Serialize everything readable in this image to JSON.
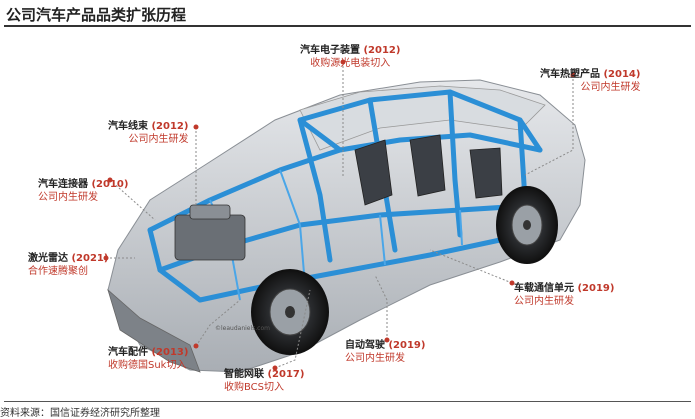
{
  "title": "公司汽车产品品类扩张历程",
  "source": "资料来源：国信证券经济研究所整理",
  "watermark": "©leaudaniels.com",
  "colors": {
    "accent": "#c0392b",
    "frame": "#2b8fd6",
    "body": "#c9cdd2"
  },
  "labels": {
    "electronic_device": {
      "name": "汽车电子装置",
      "year": "(2012)",
      "note": "收购源光电装切入"
    },
    "thermoplastic": {
      "name": "汽车热塑产品",
      "year": "(2014)",
      "note": "公司内生研发"
    },
    "harness": {
      "name": "汽车线束",
      "year": "(2012)",
      "note": "公司内生研发"
    },
    "connector": {
      "name": "汽车连接器",
      "year": "(2010)",
      "note": "公司内生研发"
    },
    "lidar": {
      "name": "激光雷达",
      "year": "(2021)",
      "note": "合作速腾聚创"
    },
    "telematics": {
      "name": "车载通信单元",
      "year": "(2019)",
      "note": "公司内生研发"
    },
    "parts": {
      "name": "汽车配件",
      "year": "(2013)",
      "note": "收购德国Suk切入"
    },
    "autopilot": {
      "name": "自动驾驶",
      "year": "(2019)",
      "note": "公司内生研发"
    },
    "connected": {
      "name": "智能网联",
      "year": "(2017)",
      "note": "收购BCS切入"
    }
  }
}
